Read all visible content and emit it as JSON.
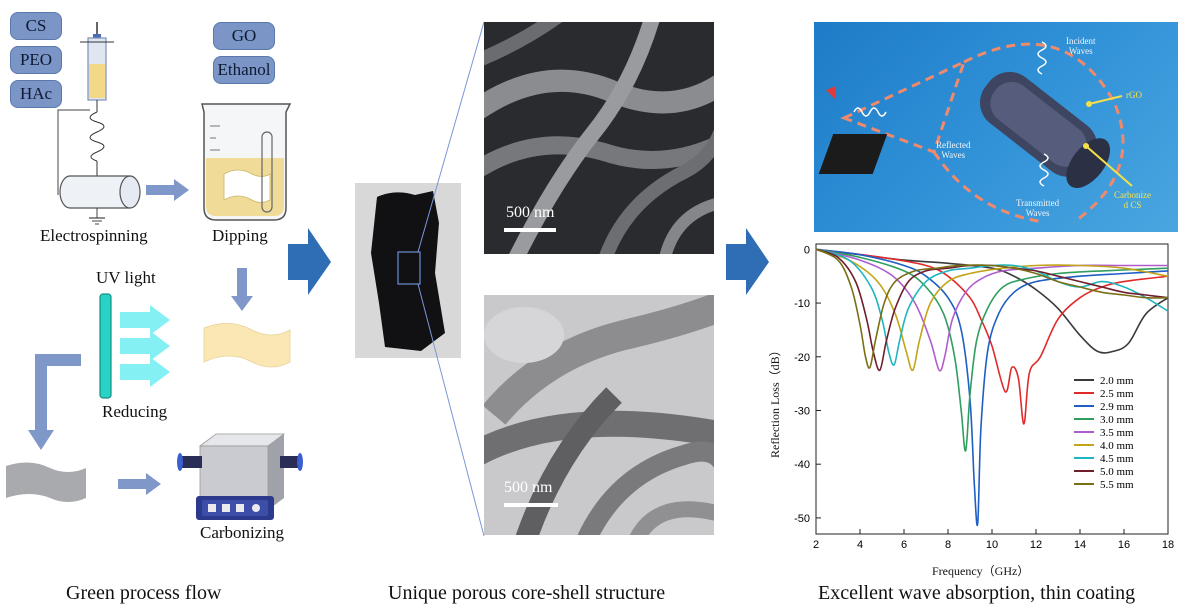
{
  "process": {
    "reagents_left": [
      "CS",
      "PEO",
      "HAc"
    ],
    "reagents_right": [
      "GO",
      "Ethanol"
    ],
    "steps": {
      "electrospinning": "Electrospinning",
      "dipping": "Dipping",
      "uv": "UV light",
      "reducing": "Reducing",
      "carbonizing": "Carbonizing"
    }
  },
  "structure": {
    "sem_scale": "500 nm",
    "tem_scale": "500 nm"
  },
  "schematic": {
    "incident": [
      "Incident",
      "Waves"
    ],
    "reflected": [
      "Reflected",
      "Waves"
    ],
    "transmitted": [
      "Transmitted",
      "Waves"
    ],
    "rgo": "rGO",
    "carbonized": [
      "Carbonize",
      "d CS"
    ]
  },
  "captions": {
    "left": "Green process flow",
    "middle": "Unique porous core-shell structure",
    "right": "Excellent wave absorption, thin coating"
  },
  "colors": {
    "chip": "#7a95c6",
    "arrow": "#7f98c9",
    "big_arrow": "#2f6db5",
    "uv": "#7ef0f2"
  },
  "chart_data": {
    "type": "line",
    "xlabel": "Frequency（GHz）",
    "ylabel": "Reflection Loss（dB）",
    "xlim": [
      2,
      18
    ],
    "ylim": [
      -53,
      1
    ],
    "xticks": [
      2,
      4,
      6,
      8,
      10,
      12,
      14,
      16,
      18
    ],
    "yticks": [
      0,
      -10,
      -20,
      -30,
      -40,
      -50
    ],
    "legend_position": "lower-right",
    "series": [
      {
        "name": "2.0 mm",
        "color": "#3a3a3a",
        "x": [
          2,
          4,
          6,
          8,
          10,
          11,
          12,
          13,
          14,
          14.8,
          15.5,
          16.2,
          17,
          18
        ],
        "y": [
          0,
          -1,
          -2,
          -2.6,
          -3.5,
          -5,
          -7.5,
          -11,
          -16,
          -19,
          -19,
          -17.5,
          -12,
          -9
        ]
      },
      {
        "name": "2.5 mm",
        "color": "#e02a2a",
        "x": [
          2,
          5,
          7,
          8,
          9,
          9.5,
          10,
          10.6,
          10.9,
          11.2,
          11.45,
          11.7,
          12.2,
          13,
          14,
          15,
          16,
          18
        ],
        "y": [
          0,
          -1.5,
          -3,
          -5,
          -9,
          -13,
          -18,
          -26.5,
          -22,
          -24,
          -32.5,
          -23,
          -20,
          -13,
          -9,
          -7,
          -6,
          -5
        ]
      },
      {
        "name": "2.9 mm",
        "color": "#1f5fc4",
        "x": [
          2,
          4,
          6,
          7,
          8,
          8.6,
          9,
          9.2,
          9.35,
          9.5,
          9.8,
          10.3,
          11,
          12,
          14,
          16,
          18
        ],
        "y": [
          0,
          -1,
          -3,
          -5,
          -9,
          -15,
          -28,
          -44,
          -51,
          -33,
          -19,
          -12,
          -8,
          -6,
          -5,
          -4.5,
          -4
        ]
      },
      {
        "name": "3.0 mm",
        "color": "#2f9e5f",
        "x": [
          2,
          4,
          6,
          7,
          7.8,
          8.3,
          8.6,
          8.8,
          9,
          9.3,
          9.8,
          10.5,
          11.5,
          13,
          15,
          18
        ],
        "y": [
          0,
          -1.5,
          -4,
          -7,
          -12,
          -20,
          -30,
          -37.5,
          -27,
          -17,
          -11,
          -7,
          -5.5,
          -4.5,
          -4,
          -3.5
        ]
      },
      {
        "name": "3.5 mm",
        "color": "#b05ccf",
        "x": [
          2,
          4,
          5.5,
          6.5,
          7.2,
          7.6,
          7.85,
          8.2,
          8.8,
          9.5,
          10.5,
          12,
          14,
          16,
          18
        ],
        "y": [
          0,
          -2,
          -5,
          -10,
          -17,
          -22.5,
          -20,
          -13,
          -8,
          -5.5,
          -4,
          -3.5,
          -3,
          -3,
          -3
        ]
      },
      {
        "name": "4.0 mm",
        "color": "#c2a418",
        "x": [
          2,
          3.5,
          4.8,
          5.6,
          6.1,
          6.4,
          6.7,
          7.2,
          8,
          9,
          10.5,
          12,
          14,
          16,
          18
        ],
        "y": [
          0,
          -2,
          -6,
          -12,
          -19,
          -22.5,
          -17,
          -10,
          -6,
          -4.5,
          -3.5,
          -3,
          -3,
          -3.5,
          -5
        ]
      },
      {
        "name": "4.5 mm",
        "color": "#1fb5c0",
        "x": [
          2,
          3.5,
          4.5,
          5,
          5.3,
          5.55,
          5.8,
          6.2,
          7,
          8,
          9,
          10,
          11,
          12,
          13,
          14,
          15,
          16,
          17,
          18
        ],
        "y": [
          0,
          -2,
          -7,
          -13,
          -19,
          -21.5,
          -17,
          -11,
          -6,
          -4,
          -3.5,
          -3,
          -3,
          -4,
          -6,
          -7,
          -6,
          -7,
          -9,
          -11.5
        ]
      },
      {
        "name": "5.0 mm",
        "color": "#6e1e2c",
        "x": [
          2,
          3,
          3.8,
          4.3,
          4.6,
          4.9,
          5.2,
          5.6,
          6.2,
          7,
          8,
          9,
          10,
          11,
          12,
          13,
          14,
          15,
          16,
          17,
          18
        ],
        "y": [
          0,
          -1.5,
          -6,
          -13,
          -19,
          -22.5,
          -17,
          -11,
          -6,
          -4,
          -3.5,
          -3,
          -3,
          -3.5,
          -4,
          -5,
          -6,
          -7,
          -8,
          -8.5,
          -9
        ]
      },
      {
        "name": "5.5 mm",
        "color": "#7a6e16",
        "x": [
          2,
          3,
          3.6,
          4,
          4.25,
          4.45,
          4.7,
          5.1,
          5.6,
          6.5,
          7.5,
          8.5,
          10,
          11,
          12,
          13,
          14,
          15,
          16,
          17,
          18
        ],
        "y": [
          0,
          -2,
          -7,
          -14,
          -20,
          -22,
          -17,
          -10,
          -6,
          -4,
          -3.5,
          -3,
          -3,
          -3.5,
          -4.5,
          -6,
          -7,
          -8,
          -8.5,
          -9,
          -9
        ]
      }
    ]
  }
}
